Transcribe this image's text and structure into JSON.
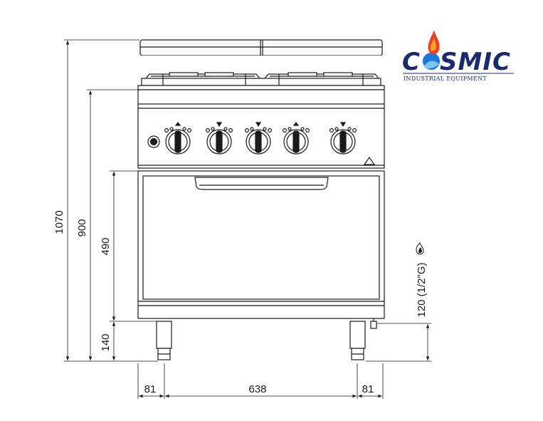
{
  "brand": {
    "name_prefix": "C",
    "name_suffix": "SMIC",
    "tagline": "INDUSTRIAL EQUIPMENT"
  },
  "dimensions": {
    "total_height": "1070",
    "worktop_height": "900",
    "oven_height": "490",
    "leg_height": "140",
    "gas_connection": "120 (1/2\"G)",
    "left_offset": "81",
    "center_width": "638",
    "right_offset": "81"
  },
  "knobs": [
    "knob-1",
    "knob-2",
    "knob-3",
    "knob-4",
    "knob-5"
  ]
}
